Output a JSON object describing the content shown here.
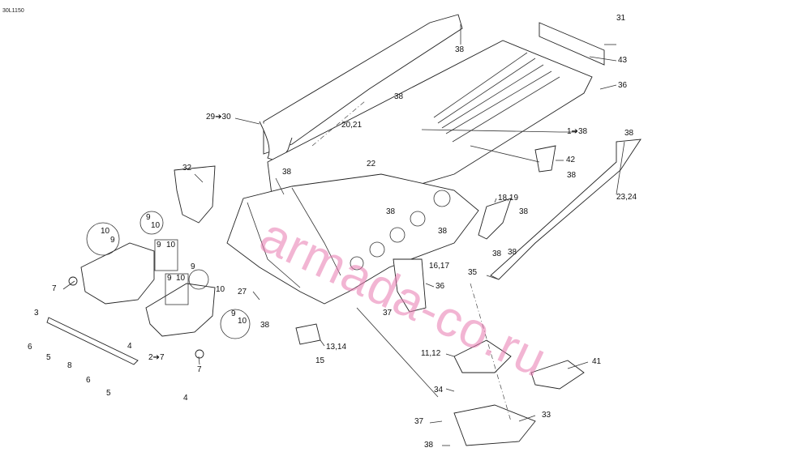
{
  "page_code": "30L1150",
  "watermark": "armada-co.ru",
  "callouts": {
    "c31": "31",
    "c43": "43",
    "c36a": "36",
    "c38a": "38",
    "c38b": "38",
    "c2930": "29➔30",
    "c2021": "20,21",
    "c138": "1➔38",
    "c42": "42",
    "c22": "22",
    "c38c": "38",
    "c38d": "38",
    "c32": "32",
    "c38e": "38",
    "c1819": "18,19",
    "c38f": "38",
    "c2324": "23,24",
    "c38g": "38",
    "c38h": "38",
    "c38i": "38",
    "c38j": "38",
    "c910a": "9",
    "c910b": "10",
    "c1010": "10",
    "c99": "9",
    "c9b": "9",
    "c10b": "10",
    "c1617": "16,17",
    "c35": "35",
    "c7a": "7",
    "c9c": "9",
    "c9d": "9",
    "c10c": "10",
    "c10d": "10",
    "c36b": "36",
    "c27": "27",
    "c37a": "37",
    "c3": "3",
    "c38k": "38",
    "c9e": "9",
    "c10e": "10",
    "c6a": "6",
    "c4a": "4",
    "c1314": "13,14",
    "c5a": "5",
    "c8": "8",
    "c27arrow": "2➔7",
    "c15": "15",
    "c1112": "11,12",
    "c41": "41",
    "c7b": "7",
    "c6b": "6",
    "c5b": "5",
    "c34": "34",
    "c4b": "4",
    "c33": "33",
    "c37b": "37",
    "c38l": "38"
  }
}
